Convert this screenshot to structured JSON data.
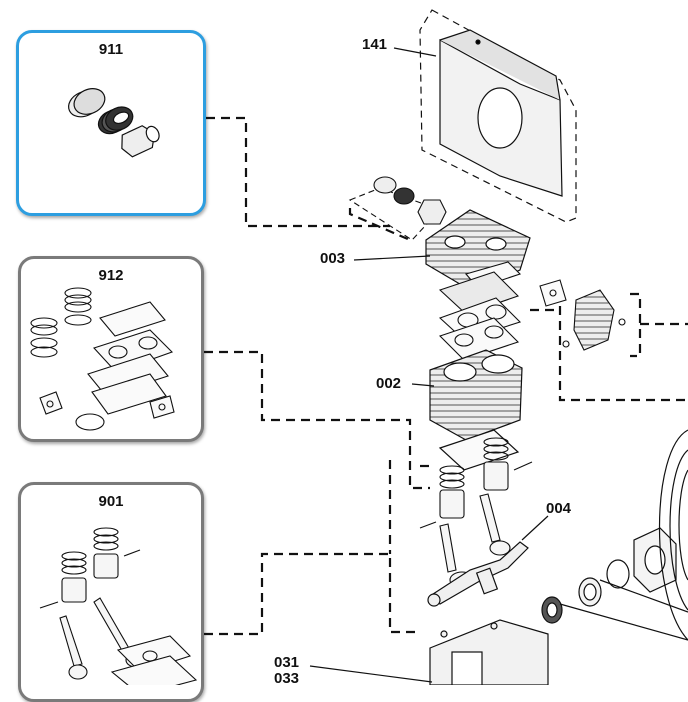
{
  "kits": [
    {
      "id": "911",
      "label": "911",
      "selected": true
    },
    {
      "id": "912",
      "label": "912",
      "selected": false
    },
    {
      "id": "901",
      "label": "901",
      "selected": false
    }
  ],
  "callouts": {
    "c141": "141",
    "c003": "003",
    "c002": "002",
    "c004": "004",
    "c031": "031",
    "c033": "033"
  },
  "colors": {
    "selected_border": "#2d9ee0",
    "box_border": "#7a7a7a",
    "line": "#111111",
    "part_fill": "#e8e8e8"
  }
}
